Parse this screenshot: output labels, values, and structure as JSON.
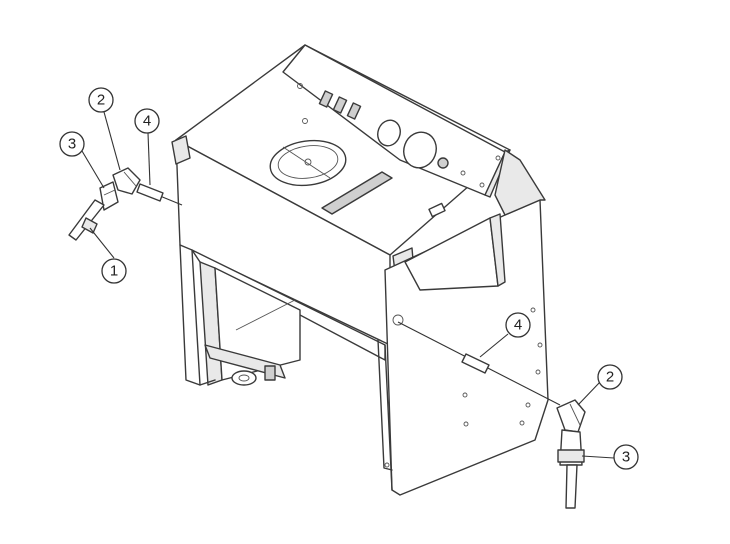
{
  "callouts": [
    {
      "id": "c1",
      "label": "1"
    },
    {
      "id": "c2a",
      "label": "2"
    },
    {
      "id": "c3a",
      "label": "3"
    },
    {
      "id": "c4a",
      "label": "4"
    },
    {
      "id": "c4b",
      "label": "4"
    },
    {
      "id": "c2b",
      "label": "2"
    },
    {
      "id": "c3b",
      "label": "3"
    }
  ],
  "colors": {
    "line": "#3a3a3a",
    "shade": "#e9e9e9",
    "dark": "#cfcfcf"
  }
}
